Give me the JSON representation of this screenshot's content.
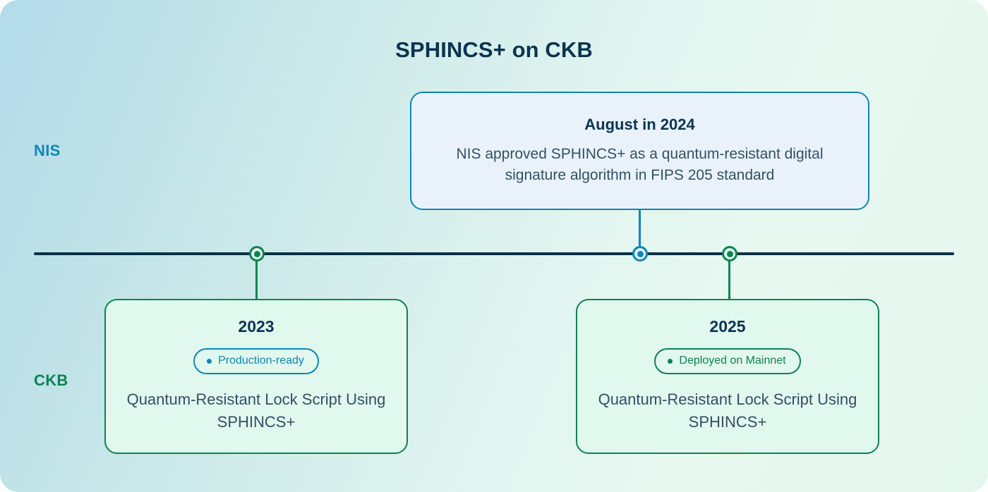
{
  "title": "SPHINCS+ on CKB",
  "colors": {
    "title": "#0b3450",
    "axis": "#082f47",
    "nis_accent": "#0d86b3",
    "ckb_accent": "#0b8351",
    "body_text": "#334f63",
    "nis_card_bg": "#e9f2fb",
    "ckb_card_bg": "#e1f8ee",
    "canvas_gradient_from": "#b3dbe9",
    "canvas_gradient_to": "#e4f7ef"
  },
  "rows": {
    "nis_label": "NIS",
    "ckb_label": "CKB"
  },
  "timeline": {
    "markers": [
      {
        "name": "marker-2023",
        "track": "ckb",
        "color": "#0b8351"
      },
      {
        "name": "marker-2024",
        "track": "nis",
        "color": "#0d86b3"
      },
      {
        "name": "marker-2025",
        "track": "ckb",
        "color": "#0b8351"
      }
    ]
  },
  "nis_event": {
    "date": "August in 2024",
    "body": "NIS approved SPHINCS+ as a quantum-resistant digital signature algorithm in FIPS 205 standard"
  },
  "ckb_events": [
    {
      "date": "2023",
      "badge": "Production-ready",
      "badge_style": "teal",
      "body": "Quantum-Resistant Lock Script Using SPHINCS+"
    },
    {
      "date": "2025",
      "badge": "Deployed on Mainnet",
      "badge_style": "green",
      "body": "Quantum-Resistant Lock Script Using SPHINCS+"
    }
  ]
}
